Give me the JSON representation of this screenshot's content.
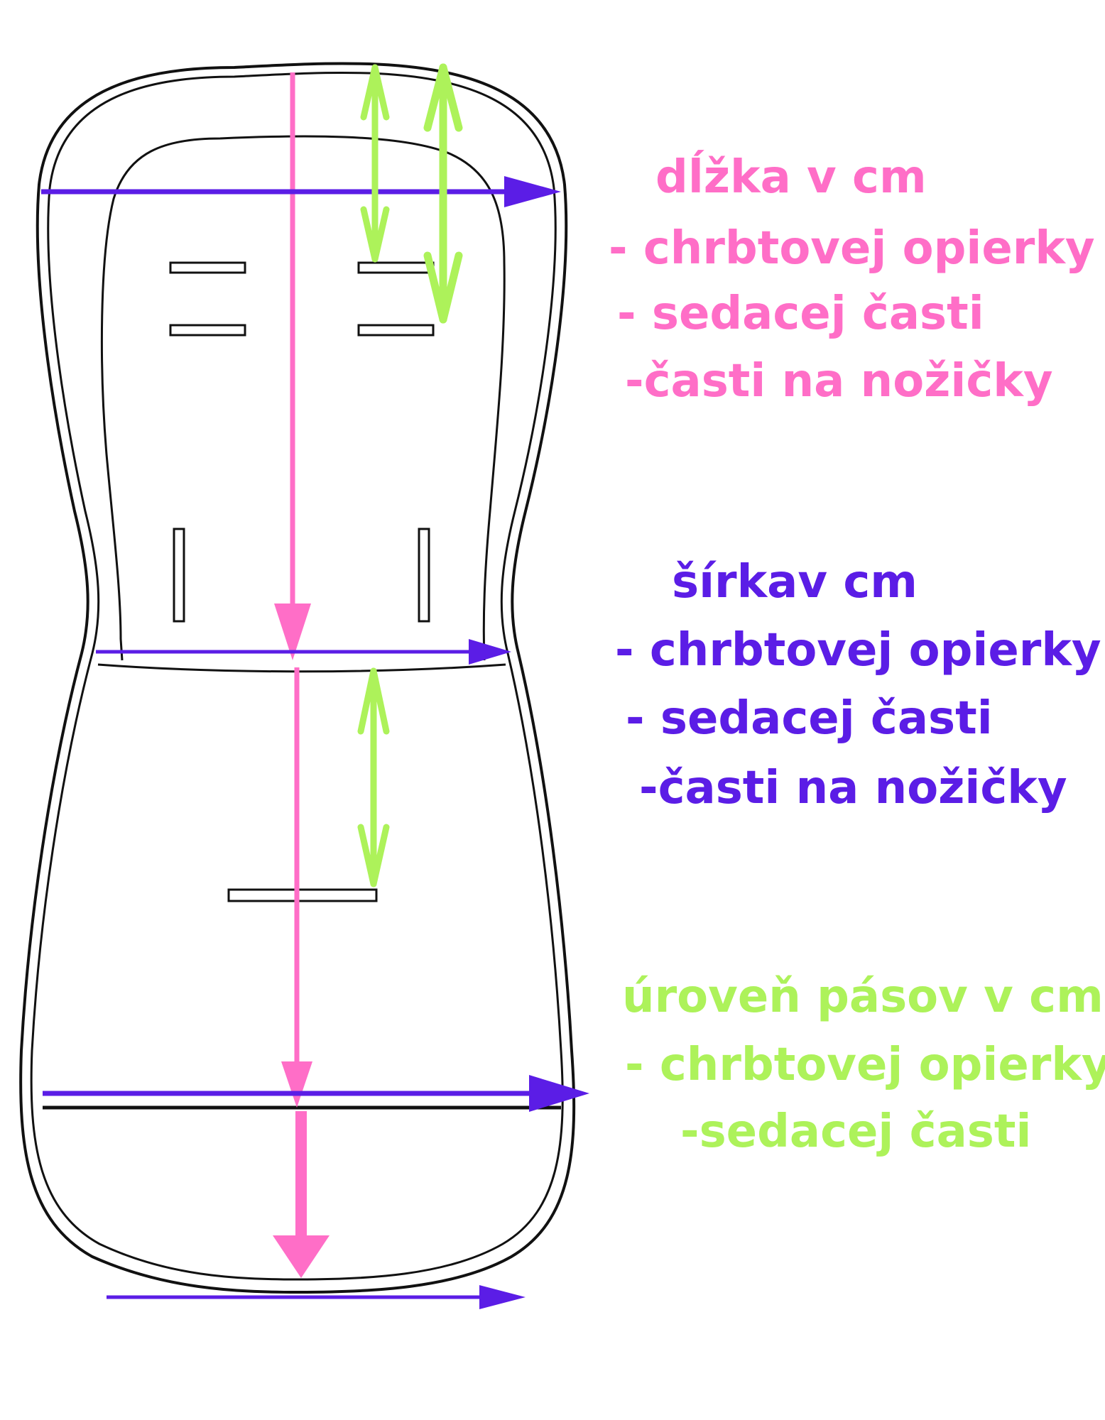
{
  "colors": {
    "length": "#ff6ec7",
    "width": "#5b1de6",
    "straps": "#adf25a",
    "outline": "#111111"
  },
  "legend": {
    "length": {
      "title": "dĺžka v cm",
      "items": [
        "- chrbtovej opierky",
        "- sedacej časti",
        "-časti na nožičky"
      ]
    },
    "width": {
      "title": "šírkav cm",
      "items": [
        "- chrbtovej opierky",
        "- sedacej časti",
        "-časti na nožičky"
      ]
    },
    "straps": {
      "title": "úroveň pásov v cm",
      "items": [
        "- chrbtovej opierky",
        "-sedacej časti"
      ]
    }
  }
}
